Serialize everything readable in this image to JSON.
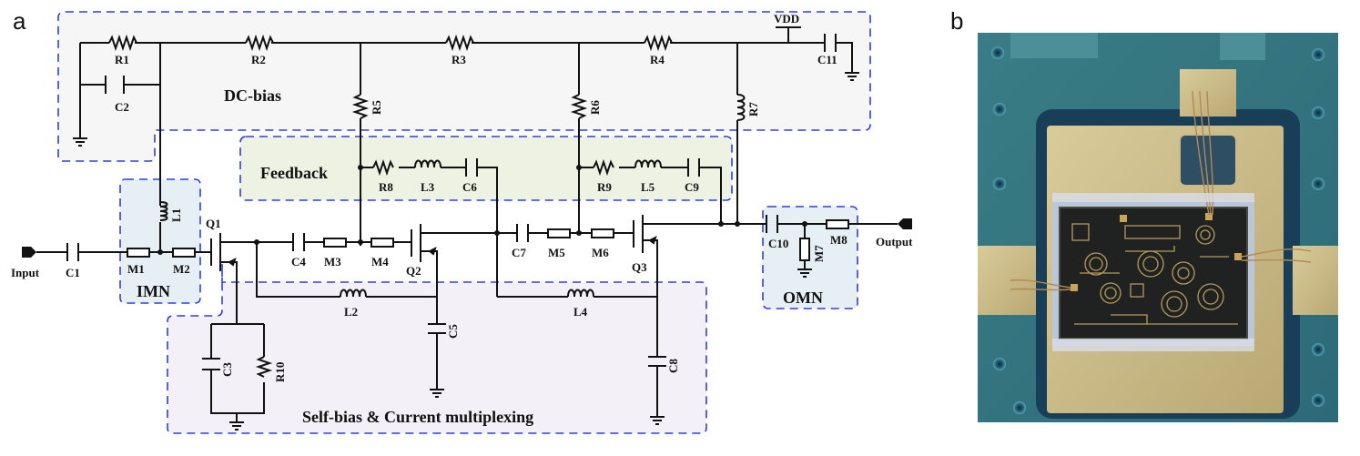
{
  "panels": {
    "a": "a",
    "b": "b"
  },
  "regions": {
    "dc_bias": "DC-bias",
    "feedback": "Feedback",
    "imn": "IMN",
    "omn": "OMN",
    "self_bias": "Self-bias & Current multiplexing"
  },
  "ports": {
    "input": "Input",
    "output": "Output",
    "vdd": "VDD"
  },
  "resistors": {
    "r1": "R1",
    "r2": "R2",
    "r3": "R3",
    "r4": "R4",
    "r5": "R5",
    "r6": "R6",
    "r7": "R7",
    "r8": "R8",
    "r9": "R9",
    "r10": "R10"
  },
  "capacitors": {
    "c1": "C1",
    "c2": "C2",
    "c3": "C3",
    "c4": "C4",
    "c5": "C5",
    "c6": "C6",
    "c7": "C7",
    "c8": "C8",
    "c9": "C9",
    "c10": "C10",
    "c11": "C11"
  },
  "inductors": {
    "l1": "L1",
    "l2": "L2",
    "l3": "L3",
    "l4": "L4",
    "l5": "L5"
  },
  "lines": {
    "m1": "M1",
    "m2": "M2",
    "m3": "M3",
    "m4": "M4",
    "m5": "M5",
    "m6": "M6",
    "m7": "M7",
    "m8": "M8"
  },
  "transistors": {
    "q1": "Q1",
    "q2": "Q2",
    "q3": "Q3"
  },
  "colors": {
    "box_dash": "#2e3ee0",
    "dc_fill": "#f6f6f6",
    "feedback_fill": "#eef2e2",
    "match_fill": "#e6f0f4",
    "bias_fill": "#f4f0f7"
  }
}
